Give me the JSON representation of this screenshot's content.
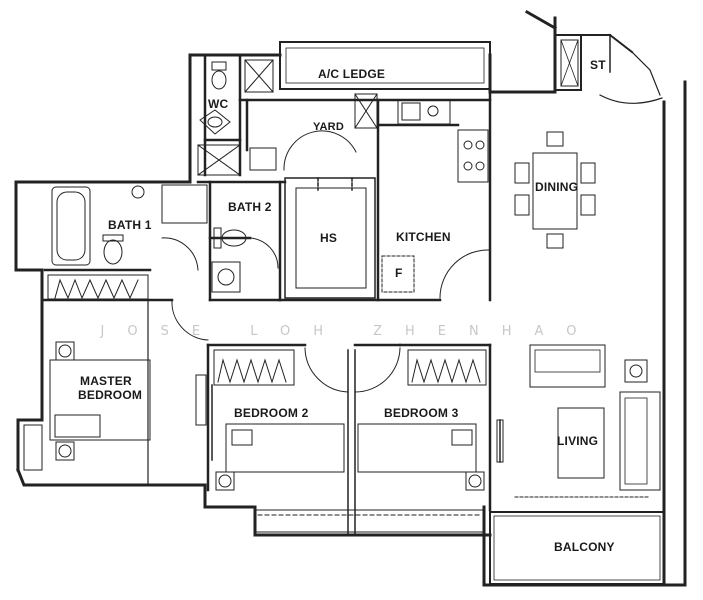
{
  "rooms": {
    "ac_ledge": "A/C LEDGE",
    "st": "ST",
    "wc": "WC",
    "yard": "YARD",
    "dining": "DINING",
    "bath1": "BATH 1",
    "bath2": "BATH 2",
    "hs": "HS",
    "kitchen": "KITCHEN",
    "f": "F",
    "master_bedroom_line1": "MASTER",
    "master_bedroom_line2": "BEDROOM",
    "bedroom2": "BEDROOM 2",
    "bedroom3": "BEDROOM 3",
    "living": "LIVING",
    "balcony": "BALCONY"
  },
  "watermark": "JOSE LOH ZHENHAO"
}
